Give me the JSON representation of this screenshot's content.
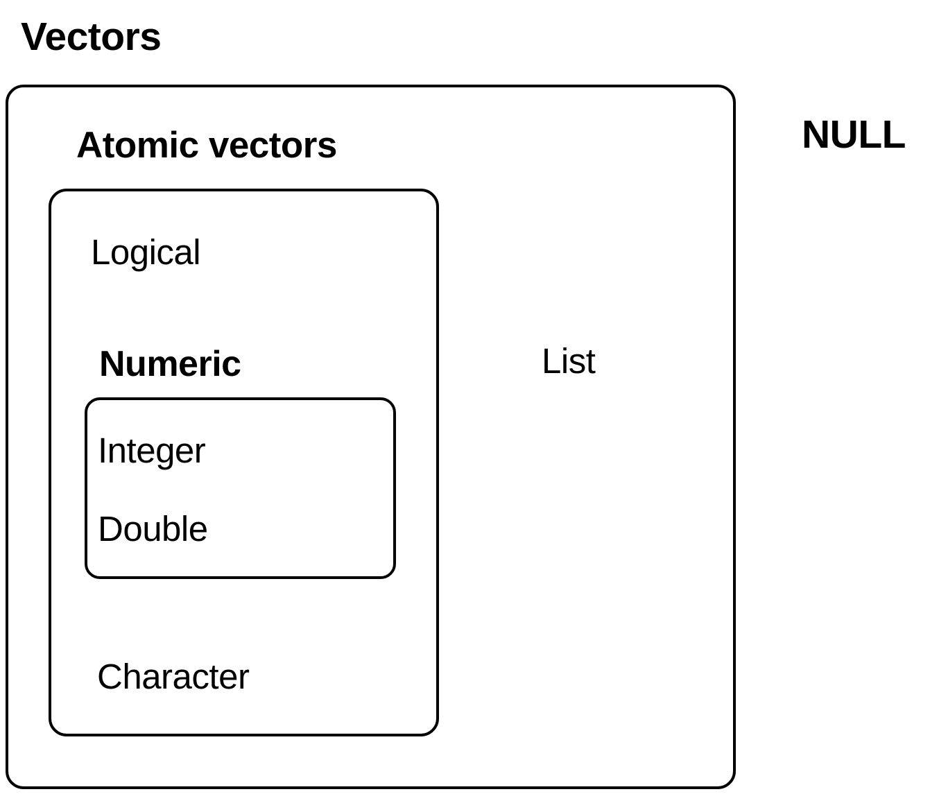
{
  "diagram": {
    "title": "Vectors",
    "type": "nested-set-diagram",
    "stroke_color": "#000000",
    "text_color": "#000000",
    "background_color": "#ffffff",
    "outer": {
      "label": "Vectors",
      "label_position": "above-left-outside",
      "label_weight": "bold"
    },
    "sibling_outside": {
      "label": "NULL",
      "label_weight": "bold",
      "position": "right-of-outer-box"
    },
    "groups": [
      {
        "label": "Atomic vectors",
        "label_weight": "bold",
        "members": [
          {
            "label": "Logical",
            "weight": "regular"
          },
          {
            "label": "Numeric",
            "weight": "bold"
          },
          {
            "label": "Character",
            "weight": "regular"
          }
        ],
        "subgroup": {
          "label": "Numeric",
          "members": [
            {
              "label": "Integer",
              "weight": "regular"
            },
            {
              "label": "Double",
              "weight": "regular"
            }
          ]
        }
      }
    ],
    "siblings_inside_outer": [
      {
        "label": "List",
        "weight": "regular"
      }
    ]
  }
}
